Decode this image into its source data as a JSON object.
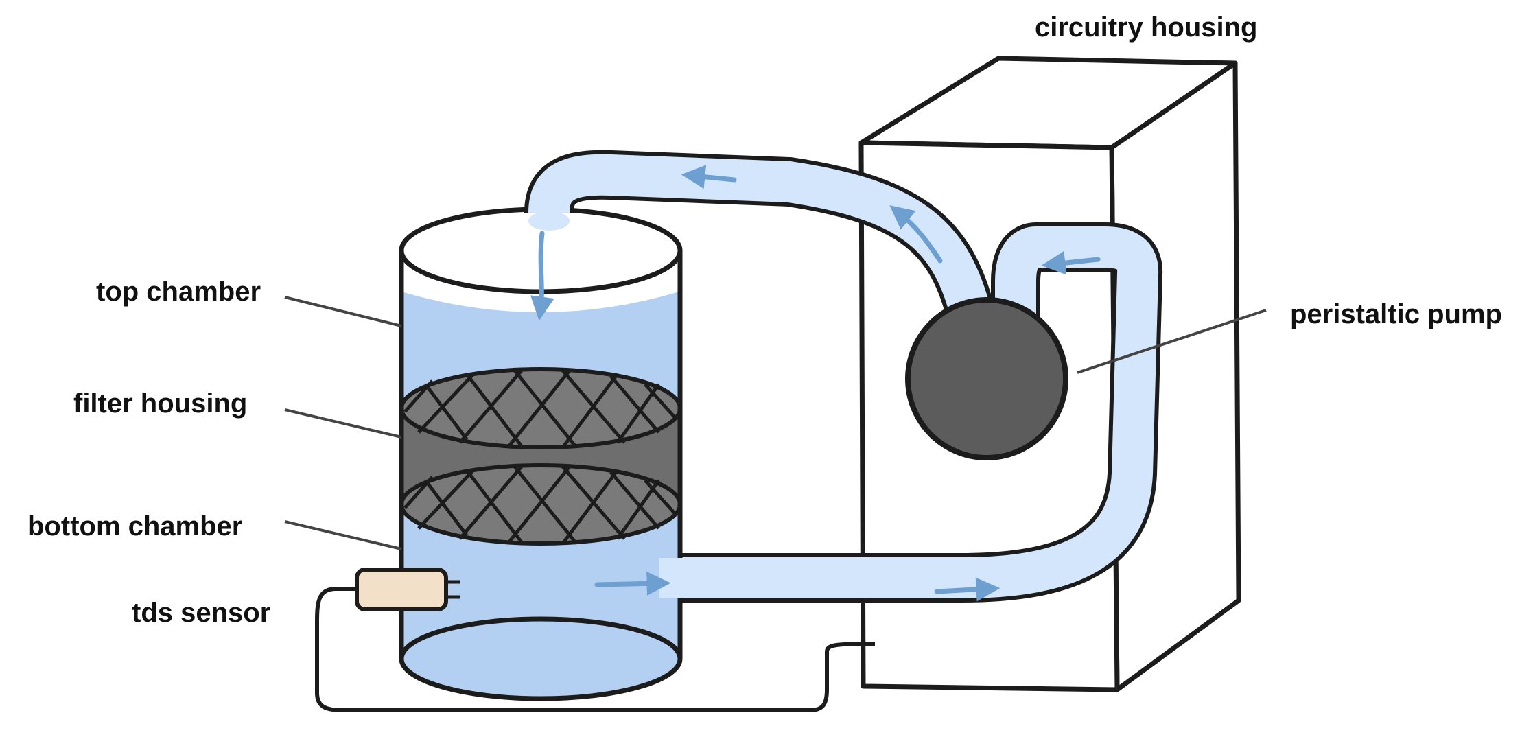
{
  "labels": {
    "circuitry_housing": "circuitry housing",
    "top_chamber": "top chamber",
    "filter_housing": "filter housing",
    "bottom_chamber": "bottom chamber",
    "tds_sensor": "tds sensor",
    "peristaltic_pump": "peristaltic pump"
  },
  "colors": {
    "outline": "#1c1c1c",
    "water": "#b3cff2",
    "tube": "#d3e6fb",
    "arrow": "#6d9fd0",
    "filter": "#6e6e6e",
    "pump": "#5c5c5c",
    "sensor": "#f3e0c8",
    "leader": "#444444"
  }
}
